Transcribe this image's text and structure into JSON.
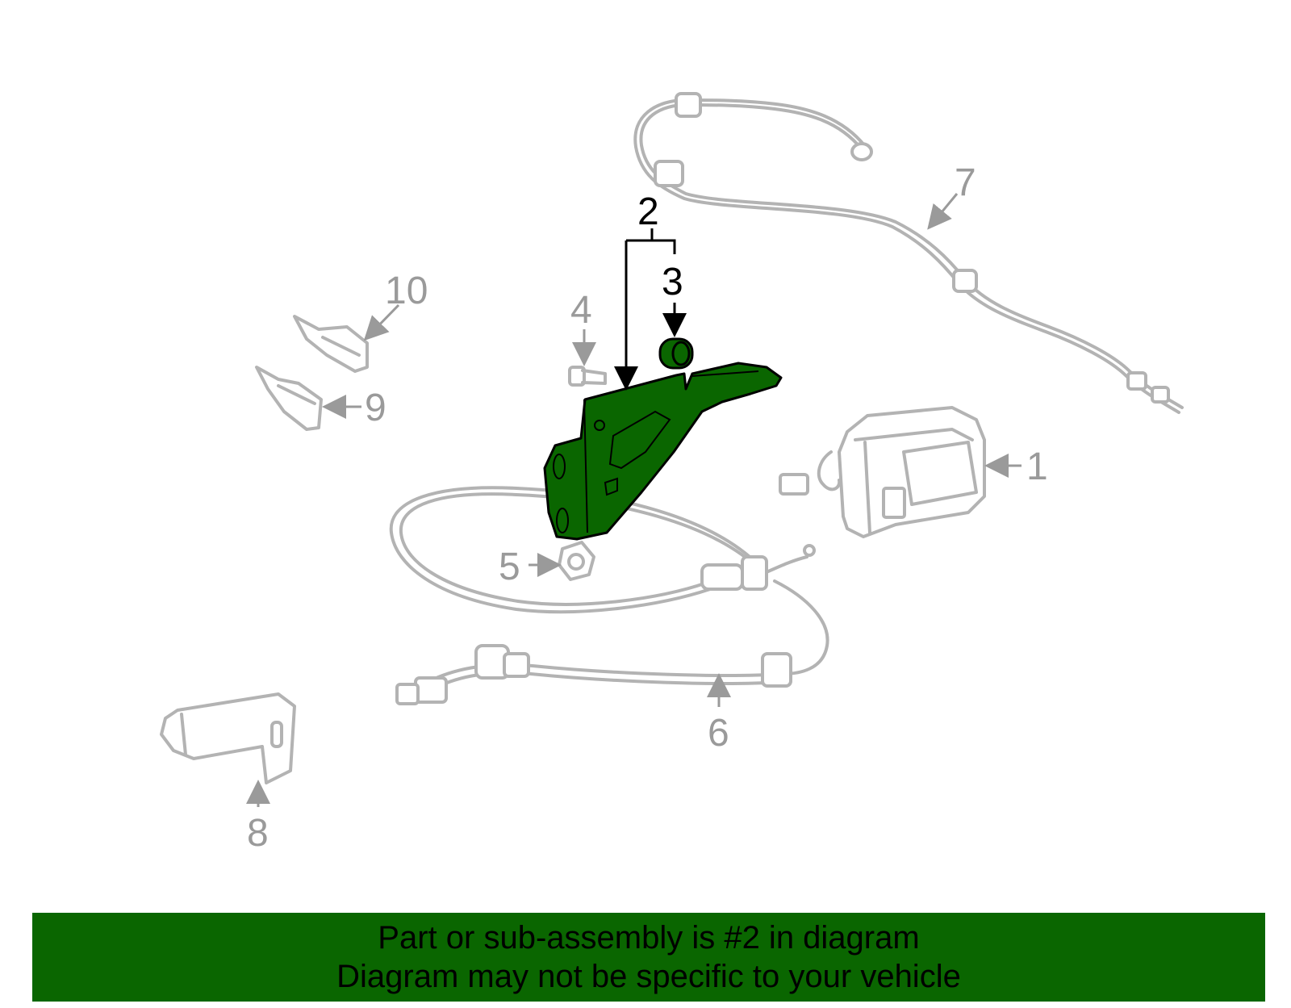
{
  "callouts": {
    "c1": "1",
    "c2": "2",
    "c3": "3",
    "c4": "4",
    "c5": "5",
    "c6": "6",
    "c7": "7",
    "c8": "8",
    "c9": "9",
    "c10": "10"
  },
  "banner": {
    "line1": "Part or sub-assembly is #2 in diagram",
    "line2": "Diagram may not be specific to your vehicle"
  },
  "colors": {
    "highlight": "#0a6600",
    "banner_bg": "#0a6600",
    "part_outline": "#b3b3b3"
  }
}
